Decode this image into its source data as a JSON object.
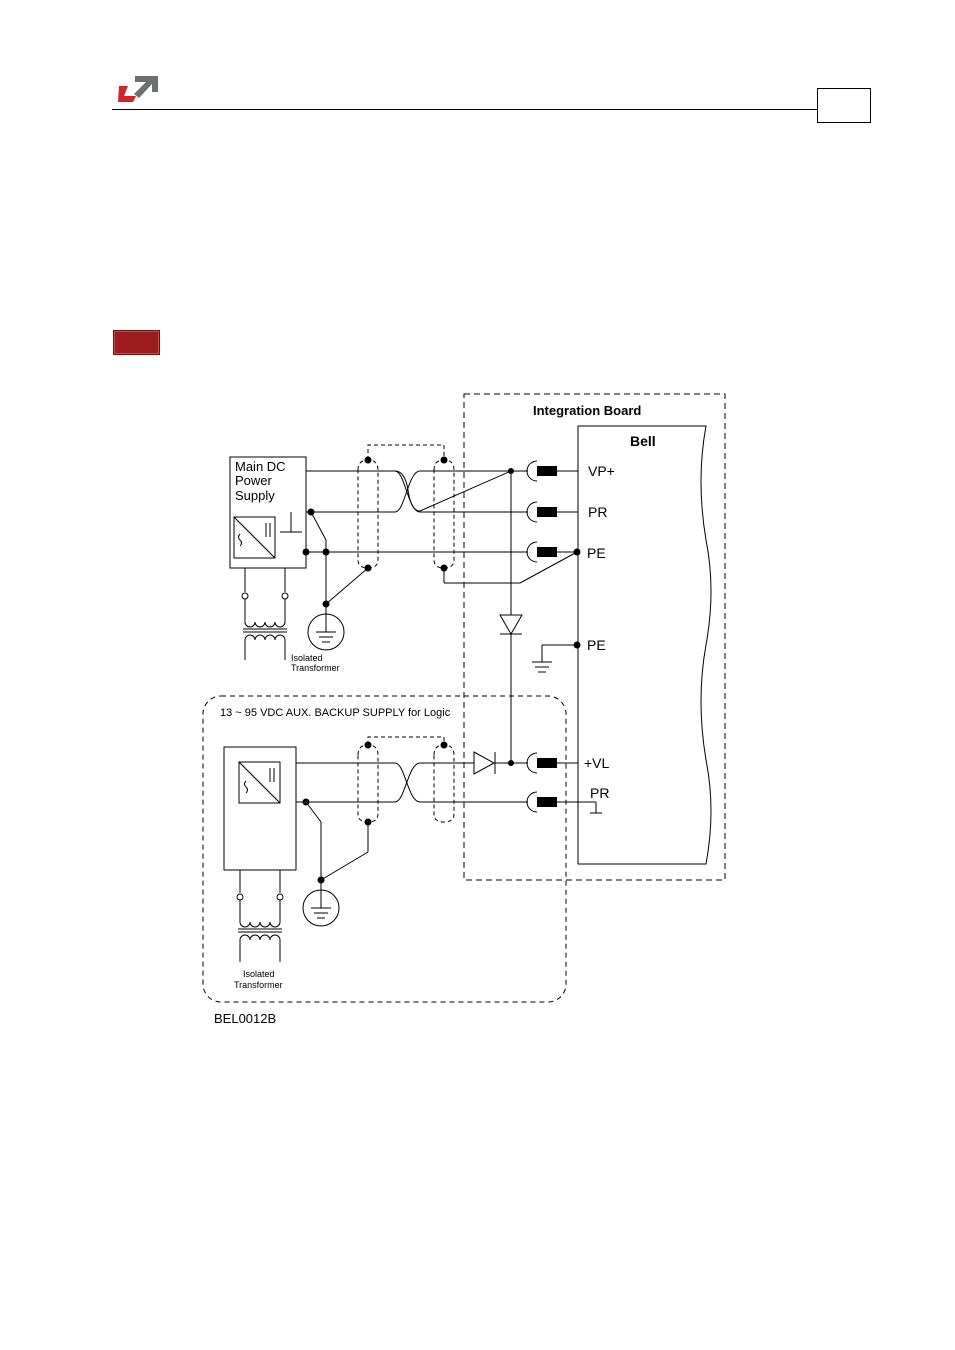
{
  "diagram": {
    "integration_board_label": "Integration Board",
    "bell_label": "Bell",
    "main_supply_label_lines": [
      "Main DC",
      "Power",
      "Supply"
    ],
    "aux_supply_label": "13 ~ 95 VDC AUX. BACKUP SUPPLY for Logic",
    "transformer_label_lines": [
      "Isolated",
      "Transformer"
    ],
    "pins": {
      "vp_plus": "VP+",
      "pr_1": "PR",
      "pe_1": "PE",
      "pe_2": "PE",
      "vl_plus": "+VL",
      "pr_2": "PR"
    },
    "figure_code": "BEL0012B"
  },
  "colors": {
    "logo_red": "#d2232a",
    "logo_grey": "#6d6e71",
    "tag_red": "#9b1b1e"
  }
}
